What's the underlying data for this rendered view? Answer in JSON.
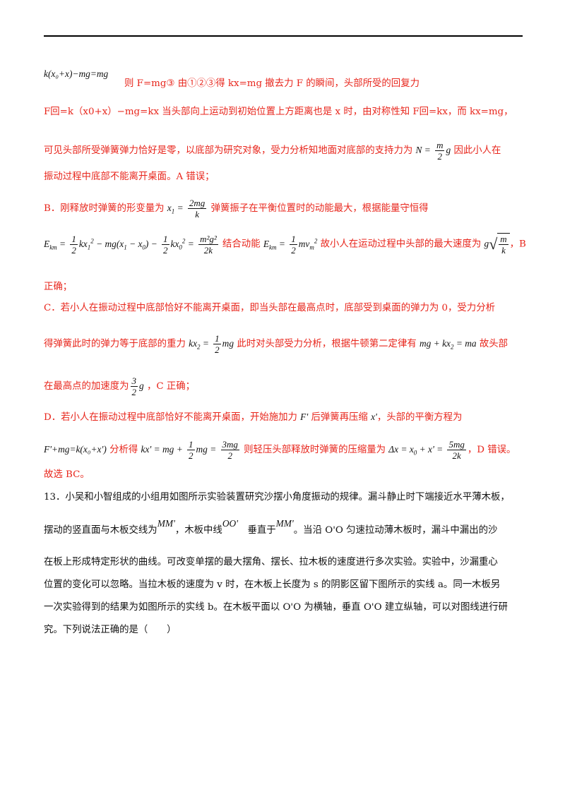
{
  "l1_math": "k(x₀+x)−mg=mg",
  "l1_text": "则 F=mg③ 由①②③得 kx=mg 撤去力 F 的瞬间，头部所受的回复力",
  "l2_text": "F回=k（x0+x）−mg=kx 当头部向上运动到初始位置上方距离也是 x 时，由对称性知 F回=kx，而 kx=mg，",
  "l3_a": "可见头部所受弹簧弹力恰好是零，以底部为研究对象，受力分析知地面对底部的支持力为",
  "l3_b": "因此小人在",
  "l4": "振动过程中底部不能离开桌面。A 错误；",
  "l5_a": "B．刚释放时弹簧的形变量为",
  "l5_b": "弹簧振子在平衡位置时的动能最大，根据能量守恒得",
  "l6_mid": "结合动能",
  "l6_b": "故小人在运动过程中头部的最大速度为",
  "l6_c": "，B",
  "l7": "正确；",
  "l8": "C．若小人在振动过程中底部恰好不能离开桌面，即当头部在最高点时，底部受到桌面的弹力为 0，受力分析",
  "l9_a": "得弹簧此时的弹力等于底部的重力",
  "l9_b": "此时对头部受力分析，根据牛顿第二定律有",
  "l9_c": "故头部",
  "l10_a": "在最高点的加速度为",
  "l10_b": "，C 正确；",
  "l11_a": "D．若小人在振动过程中底部恰好不能离开桌面，开始施加力",
  "l11_b": "后弹簧再压缩",
  "l11_c": "，头部的平衡方程为",
  "l12_a": "F'+mg=k(x₀+x')",
  "l12_b": "分析得",
  "l12_c": "则轻压头部释放时弹簧的压缩量为",
  "l12_d": "，D 错误。",
  "l13": "故选 BC。",
  "q13_1": "13．小吴和小智组成的小组用如图所示实验装置研究沙摆小角度振动的规律。漏斗静止时下端接近水平薄木板，",
  "q13_2a": "摆动的竖直面与木板交线为",
  "q13_2b": "，木板中线",
  "q13_2c": "垂直于",
  "q13_2d": "。当沿 O'O 匀速拉动薄木板时，漏斗中漏出的沙",
  "q13_3": "在板上形成特定形状的曲线。可改变单摆的最大摆角、摆长、拉木板的速度进行多次实验。实验中，沙漏重心",
  "q13_4": "位置的变化可以忽略。当拉木板的速度为 v 时，在木板上长度为 s 的阴影区留下图所示的实线 a。同一木板另",
  "q13_5": "一次实验得到的结果为如图所示的实线 b。在木板平面以 O'O 为横轴，垂直 O'O 建立纵轴，可以对图线进行研",
  "q13_6": "究。下列说法正确的是（　　）",
  "sym_MM": "MM'",
  "sym_OO": "OO'"
}
